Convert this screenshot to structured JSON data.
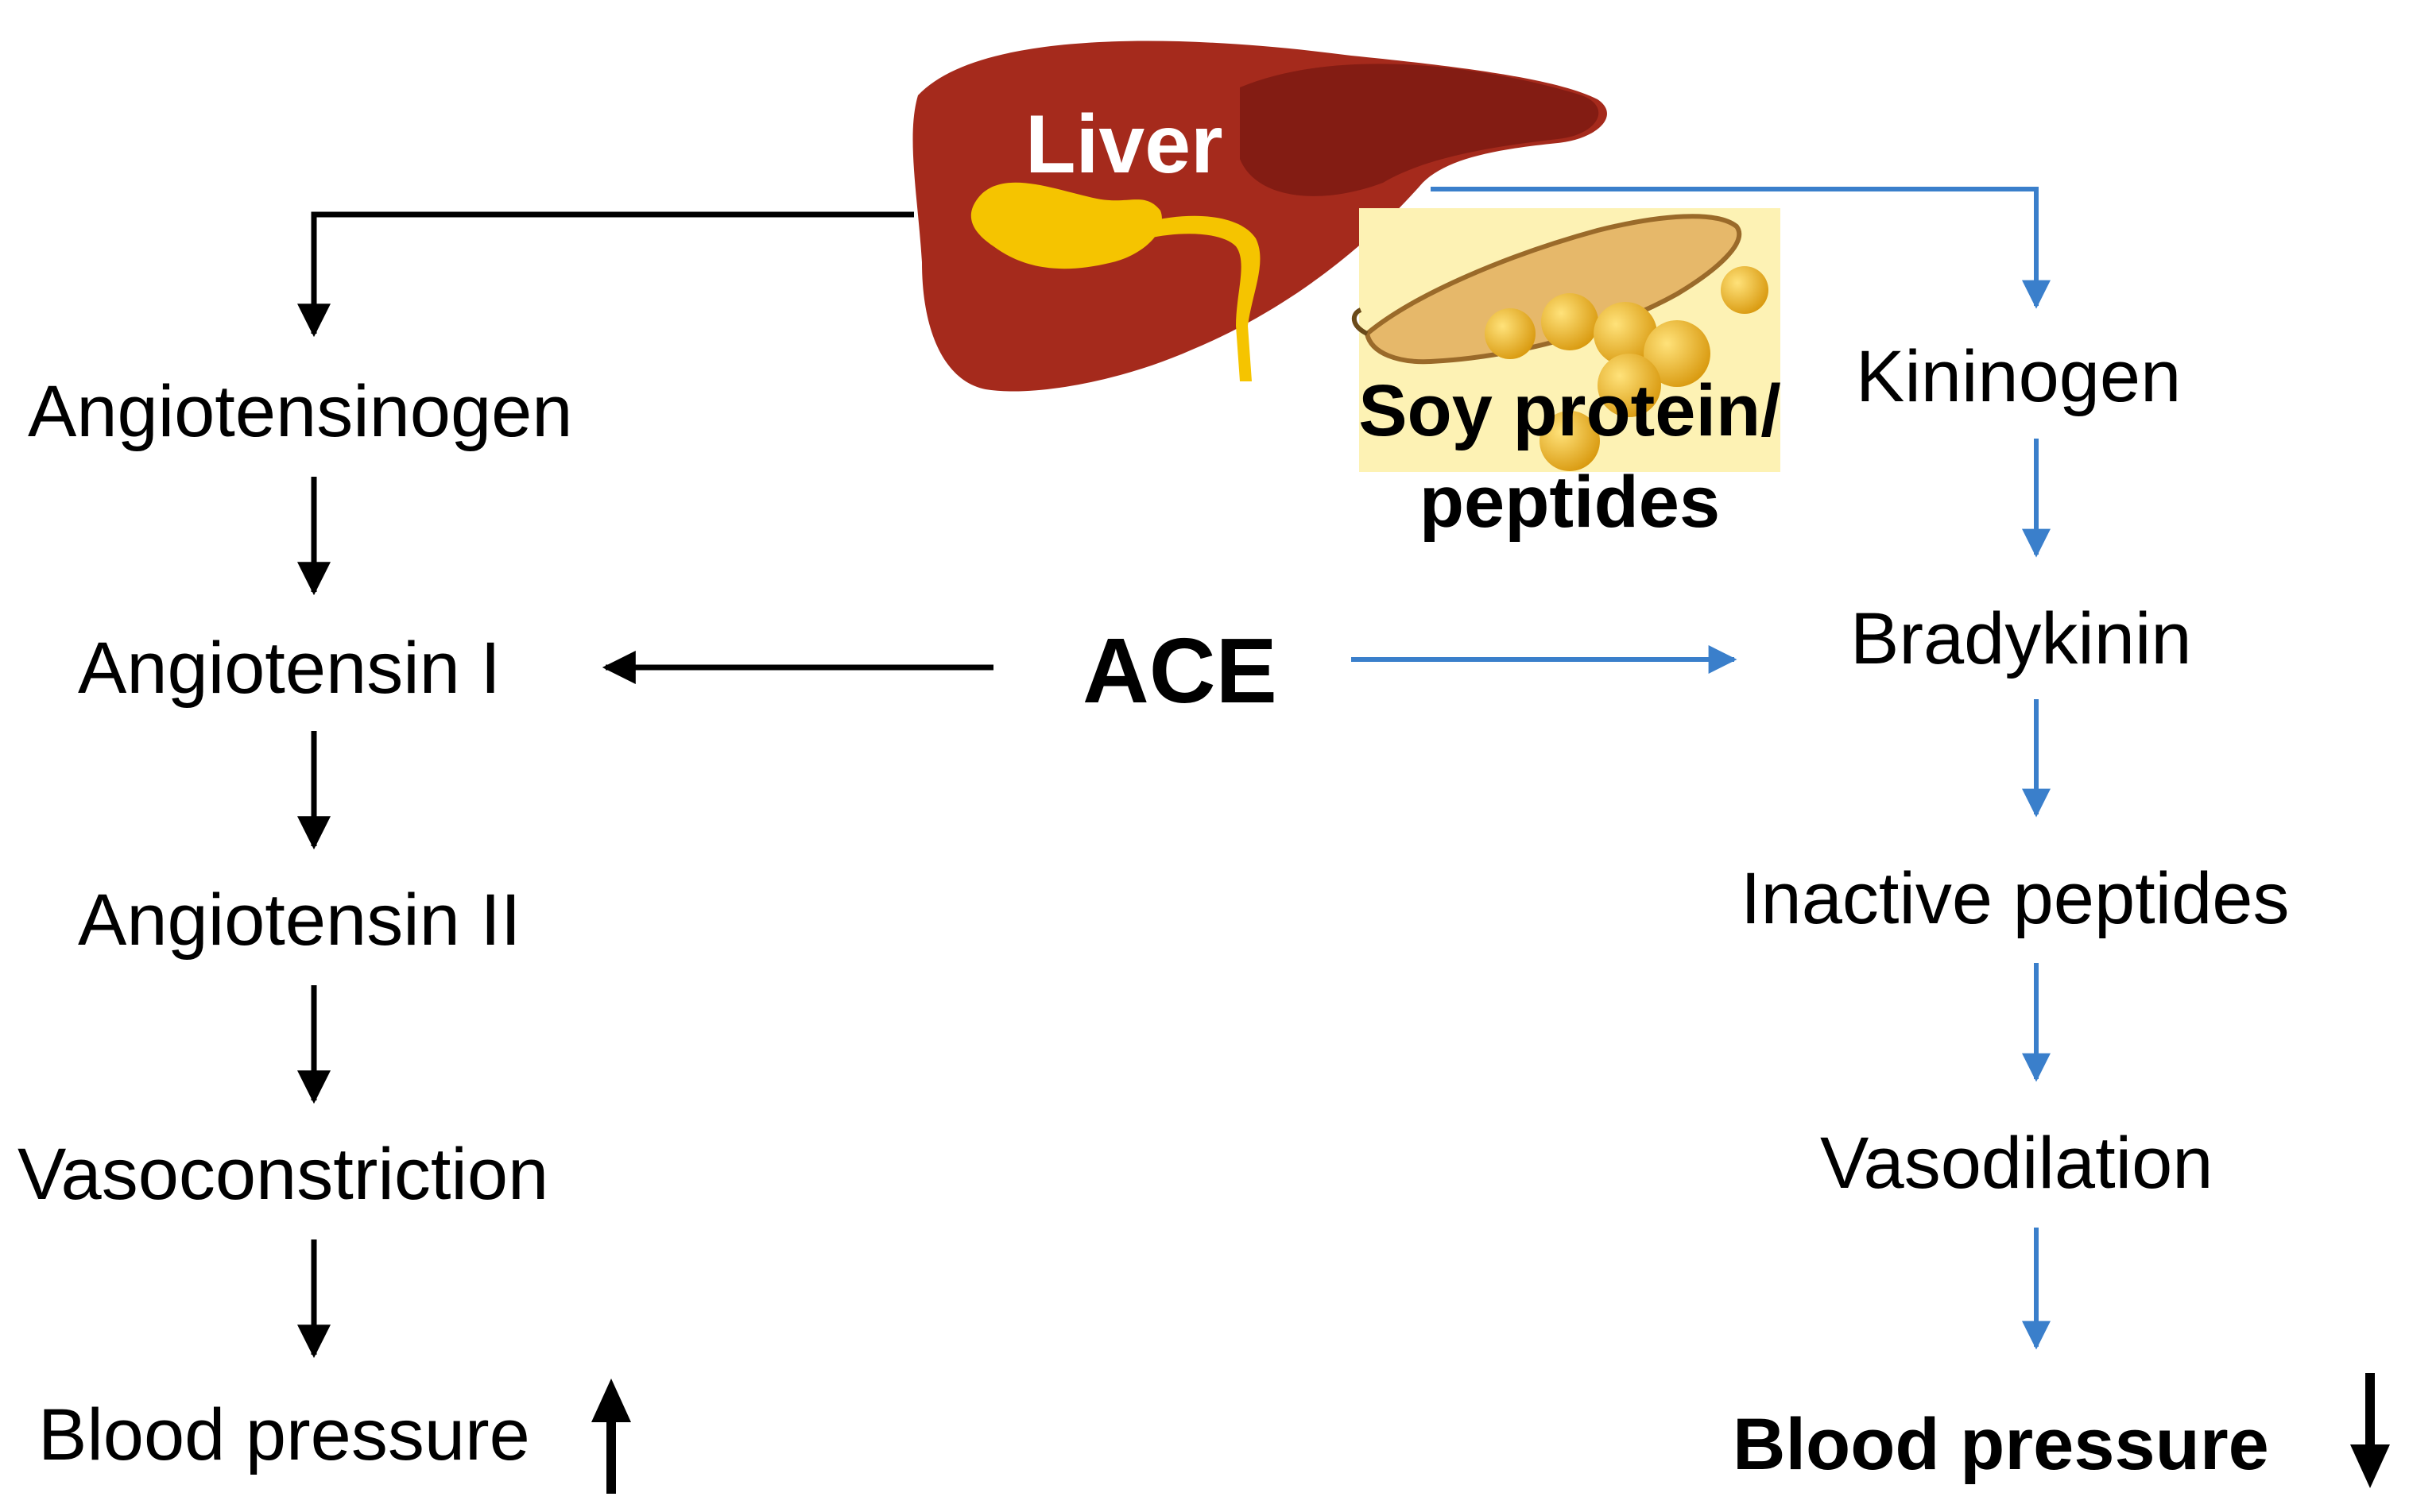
{
  "liver": {
    "label": "Liver"
  },
  "soy": {
    "line1": "Soy protein/",
    "line2": "peptides"
  },
  "ace": {
    "label": "ACE"
  },
  "left_pathway": {
    "steps": [
      "Angiotensinogen",
      "Angiotensin I",
      "Angiotensin II",
      "Vasoconstriction",
      "Blood pressure"
    ],
    "final_direction": "up"
  },
  "right_pathway": {
    "steps": [
      "Kininogen",
      "Bradykinin",
      "Inactive peptides",
      "Vasodilation",
      "Blood pressure"
    ],
    "final_direction": "down"
  },
  "colors": {
    "left_arrows": "#000000",
    "right_arrows": "#3a7fcb",
    "liver": "#a52a1c",
    "liver_dark": "#7d1a12",
    "gallbladder": "#f5c400",
    "soy_background": "#fdf2b4",
    "soybean": "#f1b82a"
  }
}
